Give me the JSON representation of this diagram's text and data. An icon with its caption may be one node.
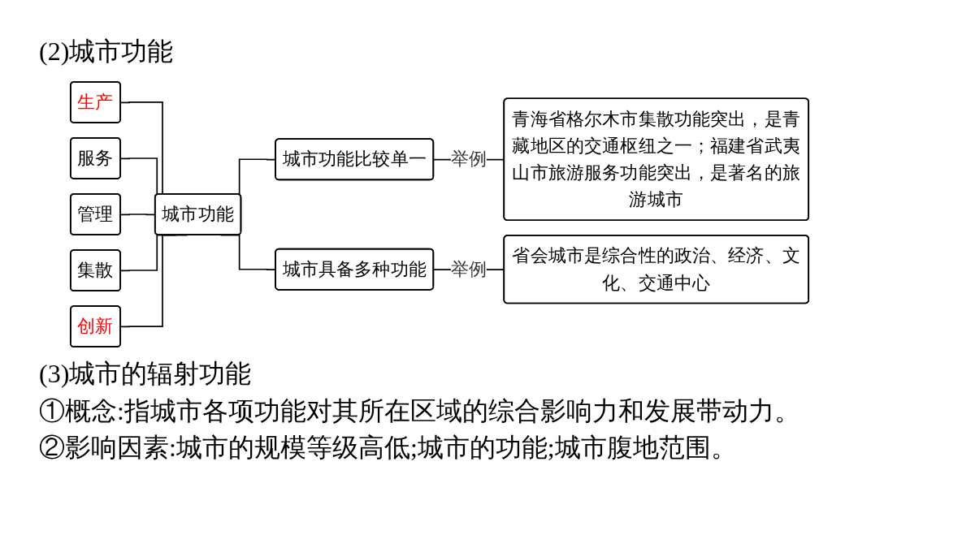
{
  "diagram": {
    "title": "(2)城市功能",
    "nodes": [
      {
        "text": [
          "生产"
        ]
      },
      {
        "text": [
          "服务"
        ]
      },
      {
        "text": [
          "管理"
        ]
      },
      {
        "text": [
          "集散"
        ]
      },
      {
        "text": [
          "创新"
        ]
      },
      {
        "text": [
          "城市功能"
        ]
      },
      {
        "text": [
          "城市功能比较单一"
        ]
      },
      {
        "text": [
          "城市具备多种功能"
        ]
      },
      {
        "text": [
          "青海省格尔木市集散功能突出，是青藏地区的交通枢纽之一；福建省武夷山市旅游服务功能突出，是著名的旅游城市"
        ]
      },
      {
        "text": [
          "省会城市是综合性的政治、经济、文化、交通中心"
        ]
      }
    ],
    "edges": [
      {
        "from": 0,
        "to": 5,
        "arrow": "none"
      },
      {
        "from": 1,
        "to": 5,
        "arrow": "none"
      },
      {
        "from": 2,
        "to": 5,
        "arrow": "none"
      },
      {
        "from": 3,
        "to": 5,
        "arrow": "none"
      },
      {
        "from": 4,
        "to": 5,
        "arrow": "none"
      },
      {
        "from": 5,
        "to": 6,
        "arrow": "none"
      },
      {
        "from": 5,
        "to": 7,
        "arrow": "none"
      },
      {
        "from": 6,
        "to": 8,
        "label": "举例",
        "arrow": "none"
      },
      {
        "from": 7,
        "to": 9,
        "label": "举例",
        "arrow": "none"
      }
    ],
    "labels": [
      "(3)城市的辐射功能",
      "①概念:指城市各项功能对其所在区域的综合影响力和发展带动力。",
      "②影响因素:城市的规模等级高低;城市的功能;城市腹地范围。"
    ]
  }
}
